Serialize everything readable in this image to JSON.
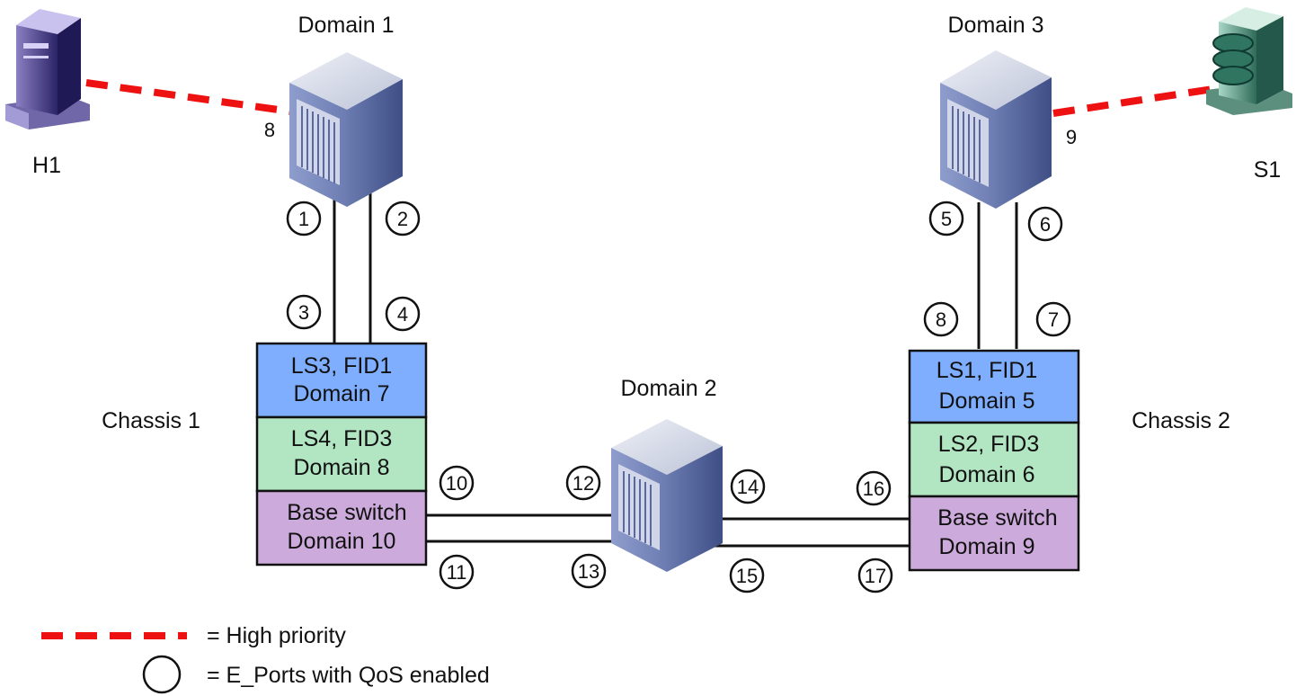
{
  "devices": {
    "h1": {
      "label": "H1"
    },
    "s1": {
      "label": "S1"
    },
    "domain1": {
      "label": "Domain 1"
    },
    "domain2": {
      "label": "Domain 2"
    },
    "domain3": {
      "label": "Domain 3"
    }
  },
  "port_numbers": {
    "h1_link": "8",
    "s1_link": "9"
  },
  "chassis": [
    {
      "label": "Chassis 1",
      "segments": [
        {
          "line1": "LS3, FID1",
          "line2": "Domain 7",
          "color": "#7eaefd"
        },
        {
          "line1": "LS4, FID3",
          "line2": "Domain 8",
          "color": "#b2e6c3"
        },
        {
          "line1": "Base switch",
          "line2": "Domain 10",
          "color": "#ccaadb"
        }
      ]
    },
    {
      "label": "Chassis 2",
      "segments": [
        {
          "line1": "LS1, FID1",
          "line2": "Domain 5",
          "color": "#7eaefd"
        },
        {
          "line1": "LS2, FID3",
          "line2": "Domain 6",
          "color": "#b2e6c3"
        },
        {
          "line1": "Base switch",
          "line2": "Domain 9",
          "color": "#ccaadb"
        }
      ]
    }
  ],
  "qos_ports": [
    "1",
    "2",
    "3",
    "4",
    "5",
    "6",
    "7",
    "8",
    "10",
    "11",
    "12",
    "13",
    "14",
    "15",
    "16",
    "17"
  ],
  "legend": {
    "high_priority": "= High priority",
    "qos_ports": "= E_Ports with QoS enabled"
  },
  "colors": {
    "high_priority_line": "#ee1111",
    "switch_body": "#5a6fa3",
    "switch_top": "#cdd3e3",
    "host_body": "#2a2a66",
    "storage_body": "#2f6a5a"
  }
}
